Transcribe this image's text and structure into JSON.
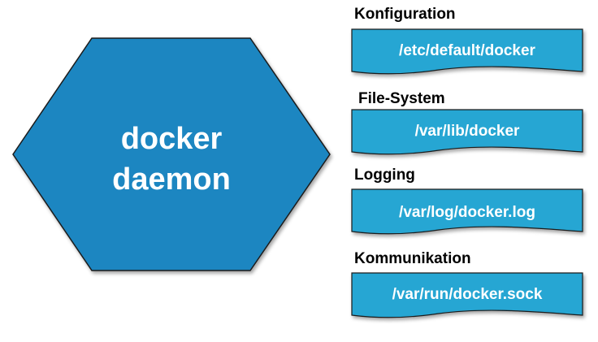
{
  "colors": {
    "shape_fill": "#1f86c1",
    "doc_fill": "#27a6d3",
    "stroke": "#1a1a1a"
  },
  "daemon": {
    "line1": "docker",
    "line2": "daemon"
  },
  "sections": [
    {
      "label": "Konfiguration",
      "path": "/etc/default/docker"
    },
    {
      "label": "File-System",
      "path": "/var/lib/docker"
    },
    {
      "label": "Logging",
      "path": "/var/log/docker.log"
    },
    {
      "label": "Kommunikation",
      "path": "/var/run/docker.sock"
    }
  ]
}
